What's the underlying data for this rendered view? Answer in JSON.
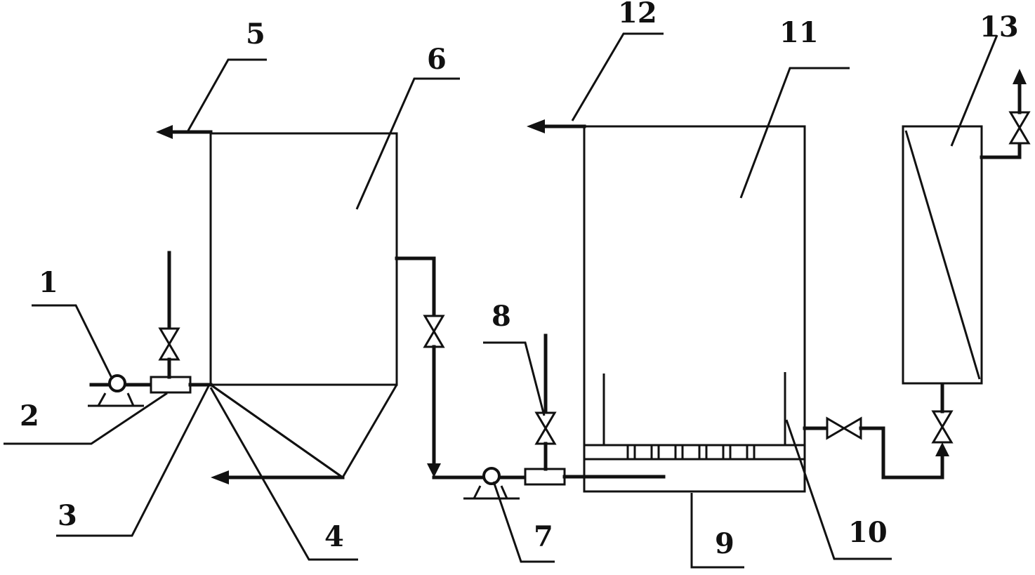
{
  "labels": {
    "n1": "1",
    "n2": "2",
    "n3": "3",
    "n4": "4",
    "n5": "5",
    "n6": "6",
    "n7": "7",
    "n8": "8",
    "n9": "9",
    "n10": "10",
    "n11": "11",
    "n12": "12",
    "n13": "13"
  },
  "colors": {
    "line": "#111111",
    "background": "#ffffff"
  }
}
